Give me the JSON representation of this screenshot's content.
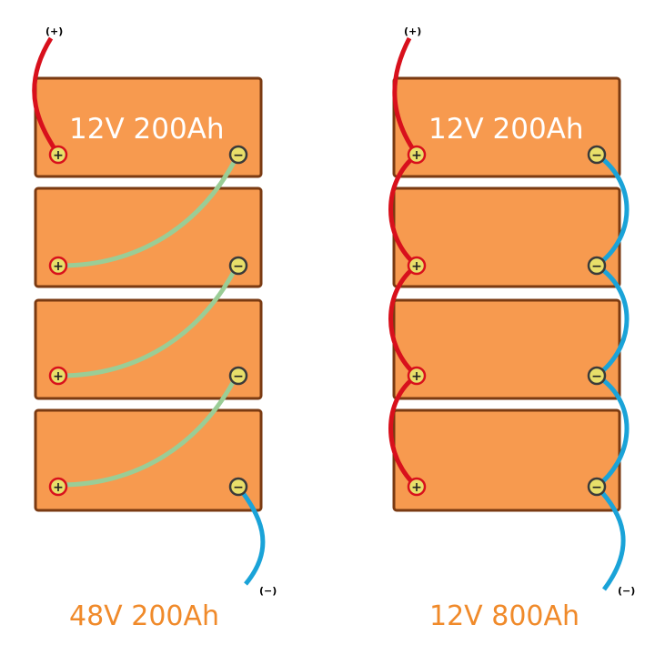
{
  "left": {
    "battery_label": "12V 200Ah",
    "caption": "48V 200Ah",
    "plus_label": "(+)",
    "minus_label": "(−)"
  },
  "right": {
    "battery_label": "12V 200Ah",
    "caption": "12V 800Ah",
    "plus_label": "(+)",
    "minus_label": "(−)"
  },
  "colors": {
    "battery_fill": "#f79a4f",
    "battery_border": "#7a3a12",
    "positive_wire": "#d8101c",
    "negative_wire": "#1aa3d8",
    "series_link": "#9acd96",
    "terminal_fill": "#e8df6a",
    "caption": "#f08a2a"
  }
}
